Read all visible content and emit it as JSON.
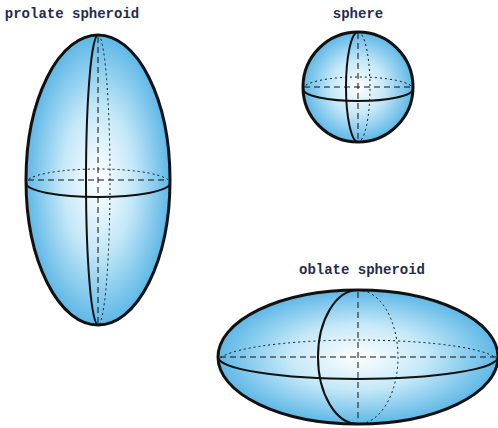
{
  "diagram": {
    "labels": [
      "prolate spheroid",
      "sphere",
      "oblate spheroid"
    ]
  }
}
